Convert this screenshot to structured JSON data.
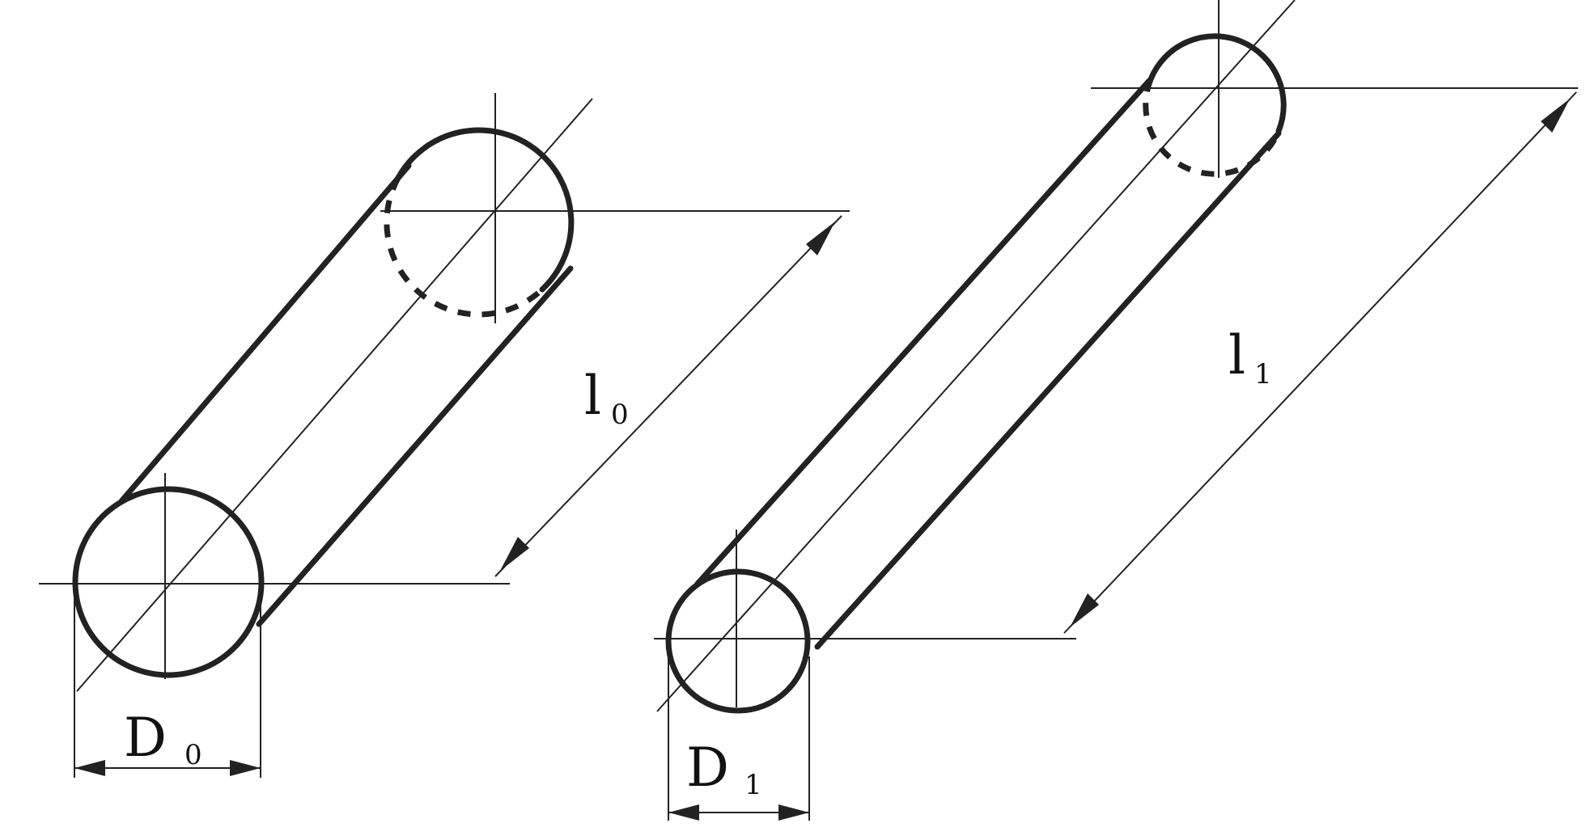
{
  "figure": {
    "left_cylinder": {
      "length_label": {
        "main": "l",
        "sub": "0"
      },
      "diameter_label": {
        "main": "D",
        "sub": "0"
      }
    },
    "right_cylinder": {
      "length_label": {
        "main": "l",
        "sub": "1"
      },
      "diameter_label": {
        "main": "D",
        "sub": "1"
      }
    }
  }
}
